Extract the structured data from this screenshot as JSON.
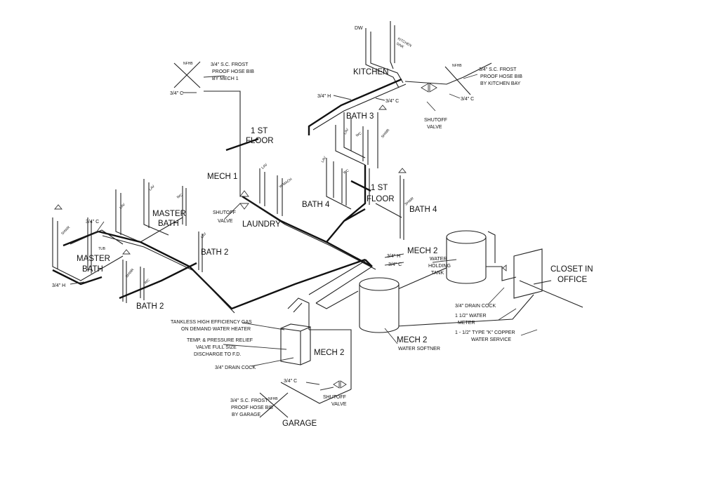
{
  "rooms": {
    "kitchen": "KITCHEN",
    "bath3": "BATH 3",
    "first_floor_a": [
      "1 ST",
      "FLOOR"
    ],
    "first_floor_b": [
      "1 ST",
      "FLOOR"
    ],
    "mech1": "MECH 1",
    "laundry": "LAUNDRY",
    "bath4_left": "BATH 4",
    "bath4_right": "BATH 4",
    "master_bath_upper": [
      "MASTER",
      "BATH"
    ],
    "master_bath_lower": [
      "MASTER",
      "BATH"
    ],
    "bath2_upper": "BATH 2",
    "bath2_lower": "BATH 2",
    "mech2_top": "MECH 2",
    "mech2_softener": "MECH 2",
    "mech2_heater": "MECH 2",
    "garage": "GARAGE",
    "closet_office": [
      "CLOSET IN",
      "OFFICE"
    ]
  },
  "fixtures": {
    "dw": "DW",
    "kitchen_sink": [
      "KITCHEN",
      "SINK"
    ],
    "nfhb_mech": "NFHB",
    "nfhb_kitchen": "NFHB",
    "nfhb_garage": "NFHB",
    "lav_bath3": "LAV",
    "wc_bath3": "WC",
    "shwr_bath3": "SHWR",
    "lav_bath4": "LAV",
    "wc_bath4": "WC",
    "shwr_bath4": "SHWR",
    "lav_laundry": "LAV",
    "wmach": "W MACH",
    "lav_master_1": "LAV",
    "lav_master_2": "LAV",
    "wc_master": "WC",
    "shwr_master": "SHWR",
    "tub": "TUB",
    "shwr_lower": "SHWR",
    "wc_lower": "WC",
    "lav_bath2": "LAV"
  },
  "notes": {
    "hose_bib_mech": [
      "3/4\" S.C. FROST",
      "PROOF HOSE BIB",
      "BY MECH 1"
    ],
    "hose_bib_kitchen": [
      "3/4\" S.C. FROST",
      "PROOF HOSE BIB",
      "BY KITCHEN BAY"
    ],
    "hose_bib_garage": [
      "3/4\" S.C. FROST",
      "PROOF HOSE BIB",
      "BY GARAGE"
    ],
    "shutoff_kitchen": [
      "SHUTOFF",
      "VALVE"
    ],
    "shutoff_mech": [
      "SHUTOFF",
      "VALVE"
    ],
    "shutoff_garage": [
      "SHUTOFF",
      "VALVE"
    ],
    "water_heater": [
      "TANKLESS HIGH EFFICIENCY GAS",
      "ON DEMAND WATER HEATER"
    ],
    "relief_valve": [
      "TEMP. & PRESSURE RELIEF",
      "VALVE FULL SIZE",
      "DISCHARGE TO F.D."
    ],
    "drain_cock_heater": "3/4\" DRAIN COCK",
    "holding_tank": [
      "WATER",
      "HOLDING",
      "TANK"
    ],
    "water_softener": "WATER SOFTNER",
    "drain_cock_meter": "3/4\" DRAIN COCK",
    "water_meter": [
      "1 1/2\" WATER",
      "METER"
    ],
    "copper_service": [
      "1 - 1/2\" TYPE \"K\" COPPER",
      "WATER SERVICE"
    ]
  },
  "sizes": {
    "cold_mech": "3/4\" C",
    "hot_kitchen": "3/4\" H",
    "cold_kitchen": "3/4\" C",
    "cold_kitchen_bib": "3/4\" C",
    "cold_master": "3/4\" C",
    "hot_master": "3/4\" H",
    "hot_mech2": "3/4\" H",
    "cold_mech2": "3/4\" C",
    "cold_garage": "3/4\" C"
  },
  "colors": {
    "line": "#222222",
    "background": "#ffffff"
  }
}
